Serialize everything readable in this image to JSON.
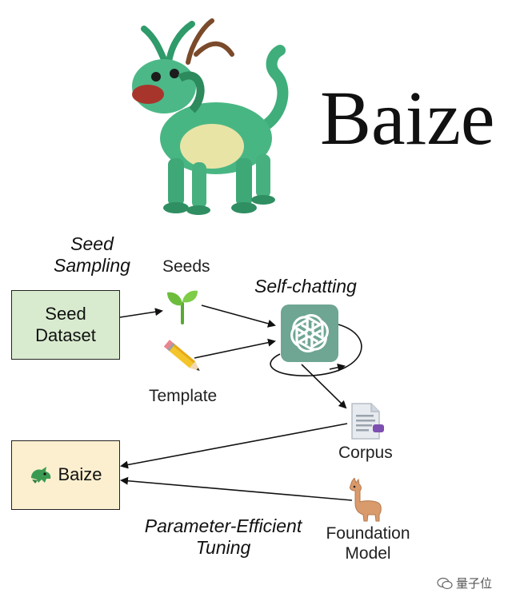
{
  "title": "Baize",
  "labels": {
    "seed_sampling_line1": "Seed",
    "seed_sampling_line2": "Sampling",
    "seeds": "Seeds",
    "self_chatting": "Self-chatting",
    "template": "Template",
    "corpus": "Corpus",
    "peft_line1": "Parameter-Efficient",
    "peft_line2": "Tuning",
    "foundation_line1": "Foundation",
    "foundation_line2": "Model"
  },
  "boxes": {
    "seed_dataset_line1": "Seed",
    "seed_dataset_line2": "Dataset",
    "baize": "Baize"
  },
  "watermark": "量子位",
  "icons": {
    "mascot": "baize-mascot-icon",
    "seedling": "seedling-icon",
    "pencil": "pencil-icon",
    "chatgpt": "chatgpt-logo-icon",
    "document": "document-icon",
    "llama": "llama-icon",
    "dragon": "dragon-icon"
  },
  "colors": {
    "seed_box": "#d9ebcf",
    "baize_box": "#fcefcf",
    "gpt_tile": "#6ea593",
    "mascot": "#3fae7a"
  }
}
